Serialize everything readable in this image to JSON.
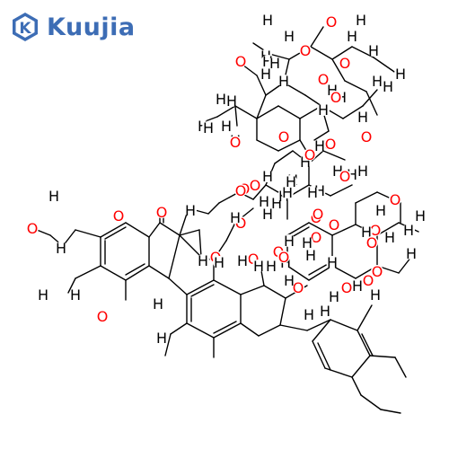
{
  "brand": {
    "name": "Kuujia",
    "color": "#3d6db5",
    "icon": "kuujia-hexagon-k-logo"
  },
  "structure": {
    "bond_color": "#000000",
    "element_colors": {
      "O": "#ff0000",
      "H": "#000000"
    },
    "labels": [
      "H",
      "H",
      "O",
      "H",
      "O",
      "H",
      "H",
      "H",
      "H",
      "O",
      "H",
      "O",
      "H",
      "O",
      "H",
      "H",
      "H",
      "H",
      "H",
      "H",
      "H",
      "H",
      "O",
      "H",
      "O",
      "H",
      "O",
      "H",
      "O",
      "H",
      "H",
      "H",
      "O",
      "O",
      "O",
      "H",
      "H",
      "O",
      "H",
      "H",
      "H",
      "O",
      "O",
      "H",
      "H",
      "H",
      "H",
      "H",
      "H",
      "H",
      "O",
      "H",
      "H",
      "H",
      "O",
      "O",
      "O",
      "H",
      "H",
      "O",
      "O",
      "H",
      "H",
      "O",
      "O",
      "H",
      "H",
      "O",
      "H",
      "H",
      "H",
      "O",
      "H",
      "O",
      "O",
      "O",
      "O",
      "H",
      "H",
      "O",
      "H",
      "H",
      "H",
      "O",
      "O",
      "H",
      "H",
      "H",
      "H",
      "H",
      "O",
      "H",
      "H",
      "O",
      "O",
      "H",
      "H",
      "H",
      "O",
      "H",
      "H",
      "H",
      "H",
      "H"
    ]
  }
}
